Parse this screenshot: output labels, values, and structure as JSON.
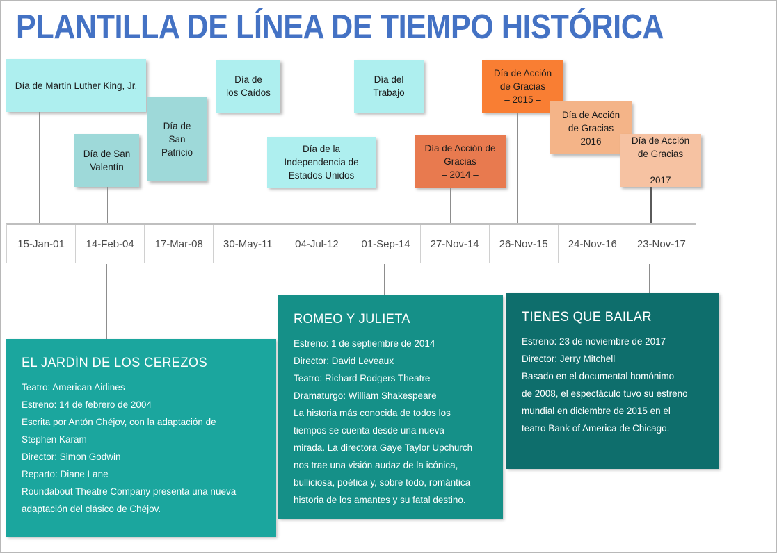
{
  "title": "PLANTILLA DE LÍNEA DE TIEMPO HISTÓRICA",
  "colors": {
    "title_blue": "#4472C4",
    "cyan_light": "#AEEFEF",
    "cyan_dark": "#9ED9D9",
    "orange_terracotta": "#E87A4F",
    "orange_bright": "#F97E33",
    "orange_pale": "#F4B488",
    "orange_palest": "#F6C2A2",
    "teal_bright": "#1BA69E",
    "teal_mid": "#159088",
    "teal_dark": "#0E6E6C",
    "stem_gray": "#8D8D8D",
    "stem_dark": "#5A5A5A",
    "grid_gray": "#D0D0D0"
  },
  "events": [
    {
      "label": "Día de Martin Luther King, Jr.",
      "color": "#AEEFEF"
    },
    {
      "label": "Día de San\nValentín",
      "color": "#9ED9D9"
    },
    {
      "label": "Día de\nSan Patricio",
      "color": "#9ED9D9"
    },
    {
      "label": "Día de\nlos Caídos",
      "color": "#AEEFEF"
    },
    {
      "label": "Día de la\nIndependencia  de\nEstados Unidos",
      "color": "#AEEFEF"
    },
    {
      "label": "Día del\nTrabajo",
      "color": "#AEEFEF"
    },
    {
      "label": "Día de Acción de\nGracias\n– 2014 –",
      "color": "#E87A4F"
    },
    {
      "label": "Día de Acción\nde Gracias\n– 2015 –",
      "color": "#F97E33"
    },
    {
      "label": "Día de Acción\nde Gracias\n– 2016 –",
      "color": "#F4B488"
    },
    {
      "label": "Día de Acción\nde Gracias\n\n– 2017 –",
      "color": "#F6C2A2"
    }
  ],
  "dates": [
    "15-Jan-01",
    "14-Feb-04",
    "17-Mar-08",
    "30-May-11",
    "04-Jul-12",
    "01-Sep-14",
    "27-Nov-14",
    "26-Nov-15",
    "24-Nov-16",
    "23-Nov-17"
  ],
  "details": [
    {
      "title": "EL JARDÍN DE LOS CEREZOS",
      "body": "Teatro: American Airlines\nEstreno: 14 de febrero de 2004\nEscrita por Antón Chéjov, con la adaptación de\nStephen Karam\nDirector: Simon Godwin\nReparto: Diane Lane\nRoundabout Theatre Company presenta una nueva\nadaptación del clásico de Chéjov.",
      "color": "#1BA69E"
    },
    {
      "title": "ROMEO Y JULIETA",
      "body": "Estreno: 1 de septiembre de 2014\nDirector: David Leveaux\nTeatro: Richard Rodgers Theatre\nDramaturgo: William Shakespeare\nLa historia más conocida de todos los\ntiempos se cuenta desde una nueva\nmirada. La directora Gaye Taylor Upchurch\nnos trae una visión audaz de la icónica,\nbulliciosa, poética y, sobre todo, romántica\nhistoria de los amantes y su fatal destino.",
      "color": "#159088"
    },
    {
      "title": "TIENES QUE BAILAR",
      "body": "Estreno: 23 de noviembre de 2017\nDirector: Jerry Mitchell\nBasado en el documental homónimo\nde 2008, el espectáculo tuvo su estreno\nmundial en diciembre de 2015 en el\nteatro Bank of America de Chicago.",
      "color": "#0E6E6C"
    }
  ]
}
